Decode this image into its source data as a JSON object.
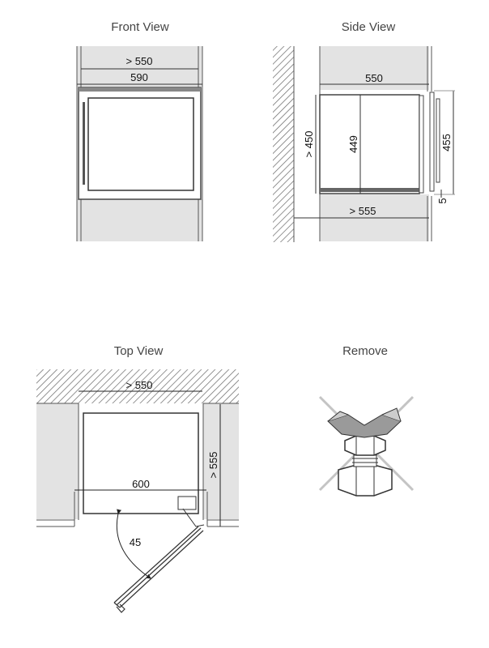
{
  "views": {
    "front": {
      "title": "Front View",
      "dim_inner": "> 550",
      "dim_outer": "590"
    },
    "side": {
      "title": "Side View",
      "dim_depth": "550",
      "dim_niche_height": "> 450",
      "dim_body_height": "449",
      "dim_door_height": "455",
      "dim_gap": "5",
      "dim_niche_depth": "> 555"
    },
    "top": {
      "title": "Top View",
      "dim_niche_width": "> 550",
      "dim_width": "600",
      "dim_depth": "> 555",
      "door_angle": "45"
    },
    "remove": {
      "title": "Remove"
    }
  },
  "colors": {
    "cabinet": "#e3e3e3",
    "line": "#333333",
    "cross": "#bdbdbd"
  }
}
